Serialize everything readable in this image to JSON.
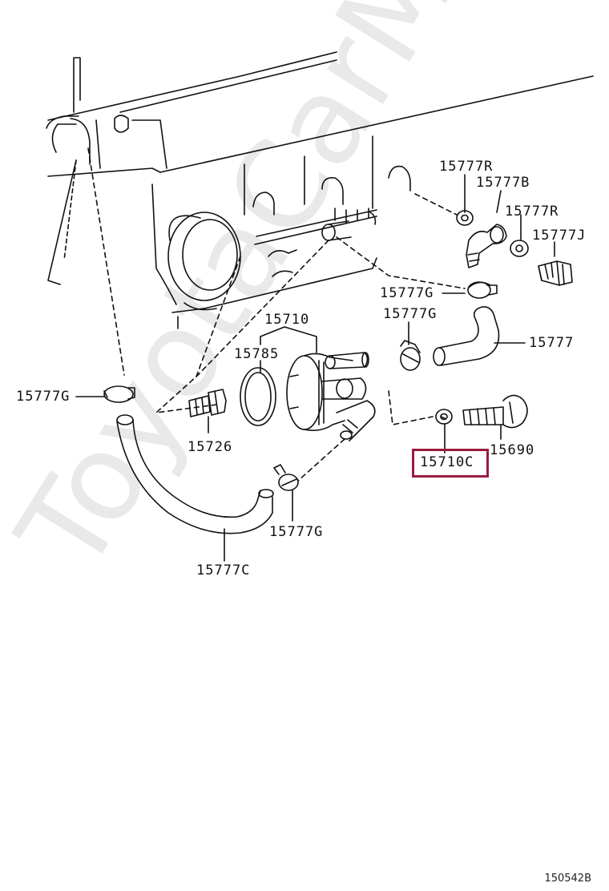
{
  "watermark": "ToyotaCarMine.ru",
  "reference": "150542B",
  "highlight_color": "#9b1b3f",
  "labels": {
    "r1": "15777R",
    "b": "15777B",
    "r2": "15777R",
    "j": "15777J",
    "g1": "15777G",
    "g2": "15777G",
    "hose": "15777",
    "cooler": "15710",
    "gasket": "15785",
    "g3": "15777G",
    "plug": "15726",
    "washer": "15710C",
    "bolt": "15690",
    "g4": "15777G",
    "hose_c": "15777C"
  }
}
